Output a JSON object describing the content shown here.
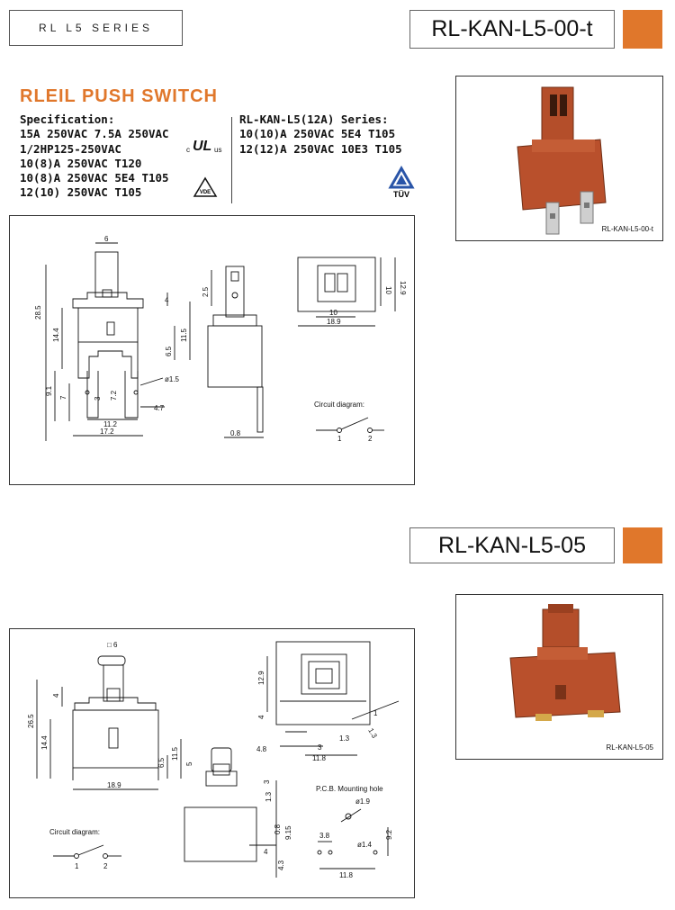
{
  "series_label": "RL L5 SERIES",
  "title": "RLEIL PUSH SWITCH",
  "brand_color": "#e0772b",
  "spec_left": {
    "heading": "Specification:",
    "lines": [
      "15A 250VAC 7.5A 250VAC",
      "1/2HP125-250VAC",
      "10(8)A 250VAC T120",
      "10(8)A 250VAC 5E4 T105",
      "12(10) 250VAC T105"
    ]
  },
  "spec_right": {
    "heading": "RL-KAN-L5(12A) Series:",
    "lines": [
      "10(10)A 250VAC 5E4  T105",
      "12(12)A 250VAC 10E3 T105"
    ]
  },
  "marks": {
    "ul_c": "c",
    "ul_main": "UL",
    "ul_us": "us",
    "vde": "VDE",
    "tuv": "TÜV"
  },
  "model_1": {
    "name": "RL-KAN-L5-00-t",
    "photo_caption": "RL-KAN-L5-00-t",
    "dims": {
      "d6": "6",
      "d4": "4",
      "d285": "28.5",
      "d144": "14.4",
      "d115": "11.5",
      "d65": "6.5",
      "d91": "9.1",
      "d7": "7",
      "d3": "3",
      "d72": "7.2",
      "d15": "ø1.5",
      "d47": "4.7",
      "d112": "11.2",
      "d172": "17.2",
      "d25": "2.5",
      "d08": "0.8",
      "d10": "10",
      "d189": "18.9",
      "d10v": "10",
      "d129": "12.9"
    },
    "circuit_label": "Circuit diagram:",
    "terminals": [
      "1",
      "2"
    ]
  },
  "model_2": {
    "name": "RL-KAN-L5-05",
    "photo_caption": "RL-KAN-L5-05",
    "dims": {
      "d6": "□ 6",
      "d4": "4",
      "d265": "26.5",
      "d144": "14.4",
      "d115": "11.5",
      "d65": "6.5",
      "d5": "5",
      "d189": "18.9",
      "d129": "12.9",
      "d4b": "4",
      "d1": "1",
      "d13a": "1.3",
      "d13b": "1.3",
      "d3": "3",
      "d48": "4.8",
      "d118": "11.8",
      "d13c": "1.3",
      "d3b": "3",
      "d08": "0.8",
      "d915": "9.15",
      "d43": "4.3",
      "d4c": "4",
      "d19": "ø1.9",
      "d38": "3.8",
      "d14": "ø1.4",
      "d92": "9.2",
      "d118b": "11.8"
    },
    "pcb_label": "P.C.B. Mounting hole",
    "circuit_label": "Circuit diagram:",
    "terminals": [
      "1",
      "2"
    ]
  }
}
